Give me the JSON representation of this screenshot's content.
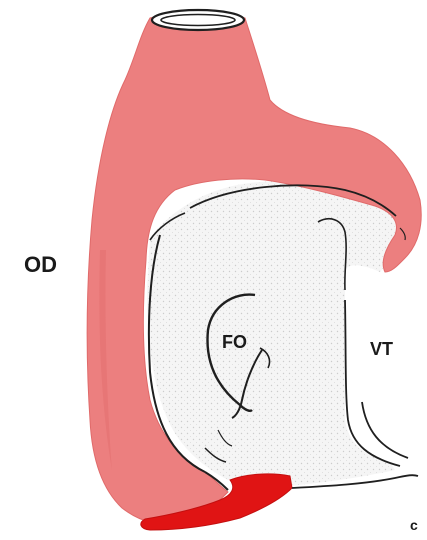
{
  "labels": {
    "od": "OD",
    "fo": "FO",
    "vt": "VT",
    "panel": "c"
  },
  "colors": {
    "atrium_wall": "#ec7f7f",
    "atrium_wall_dark": "#e36b6b",
    "highlight_region": "#e01414",
    "outline": "#1f1f1f",
    "interior_fill": "#f4f4f4",
    "interior_dot": "#cfcfcf",
    "background": "#ffffff"
  }
}
